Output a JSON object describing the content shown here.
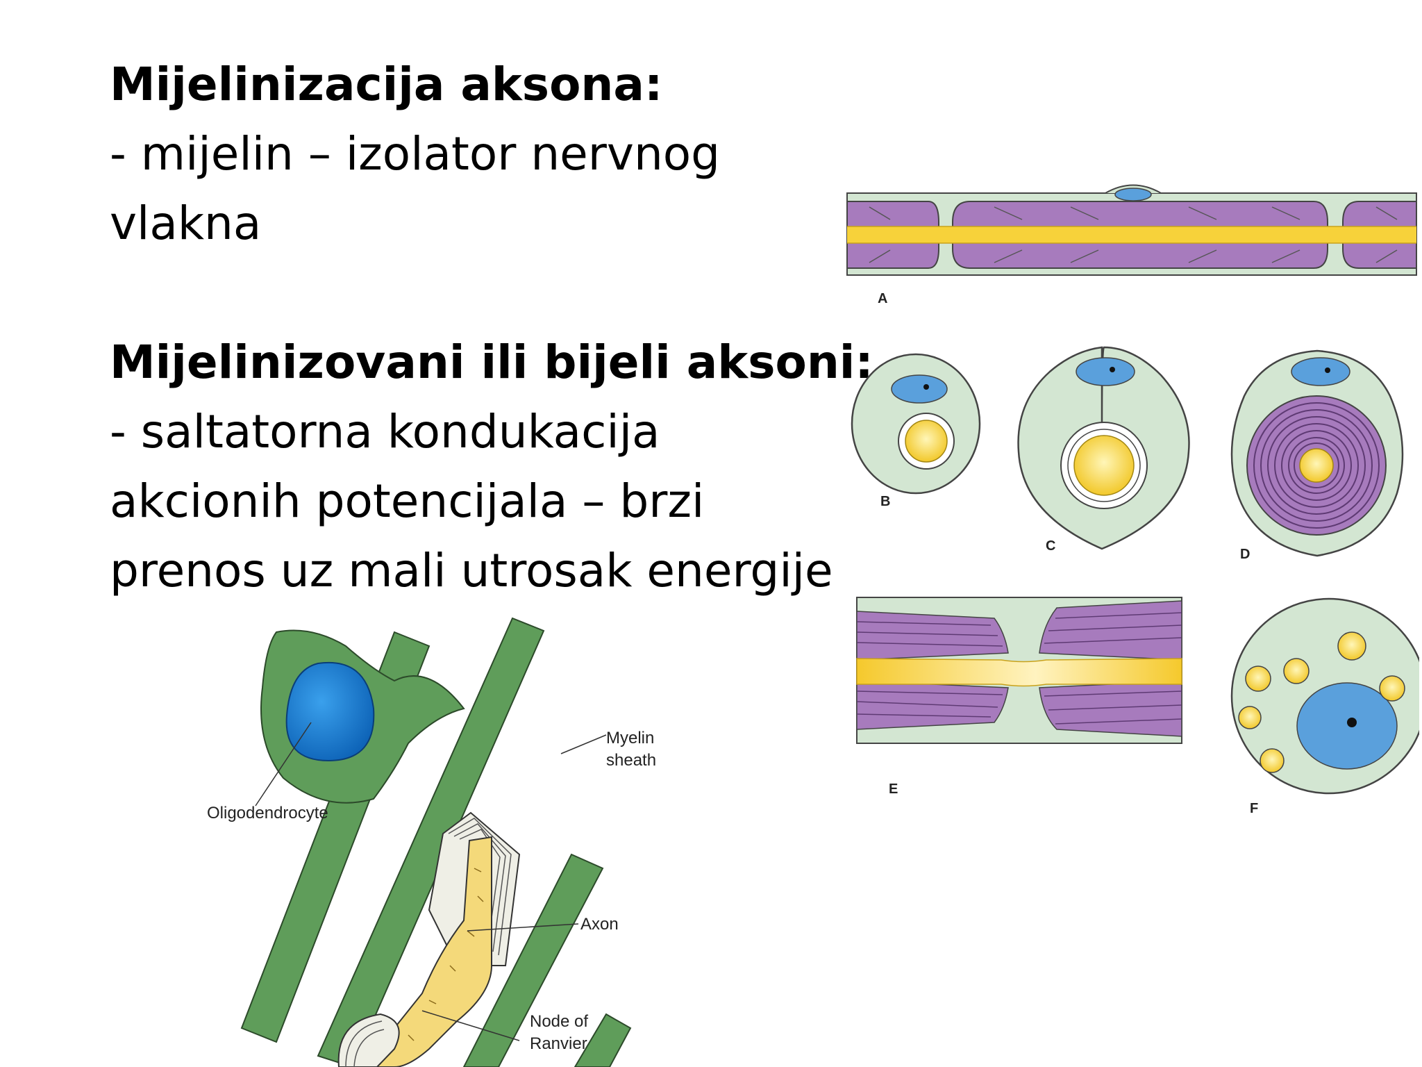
{
  "slide": {
    "heading1": "Mijelinizacija aksona:",
    "line1": "- mijelin – izolator nervnog",
    "line2": "vlakna",
    "heading2": "Mijelinizovani ili bijeli aksoni:",
    "line3": "- saltatorna kondukacija",
    "line4": "akcionih potencijala – brzi",
    "line5": "prenos uz mali utrosak energije"
  },
  "oligo_figure": {
    "label_oligodendrocyte": "Oligodendrocyte",
    "label_myelin_1": "Myelin",
    "label_myelin_2": "sheath",
    "label_axon": "Axon",
    "label_node_1": "Node of",
    "label_node_2": "Ranvier"
  },
  "panels_figure": {
    "label_a": "A",
    "label_b": "B",
    "label_c": "C",
    "label_d": "D",
    "label_e": "E",
    "label_f": "F"
  },
  "colors": {
    "myelin_purple": "#a77bbd",
    "axon_yellow": "#f7d23a",
    "cytoplasm_green": "#d3e6d2",
    "nucleus_blue": "#5aa0dc",
    "oligo_green": "#5f9d5a",
    "oligo_nucleus": "#1b7fd0"
  }
}
